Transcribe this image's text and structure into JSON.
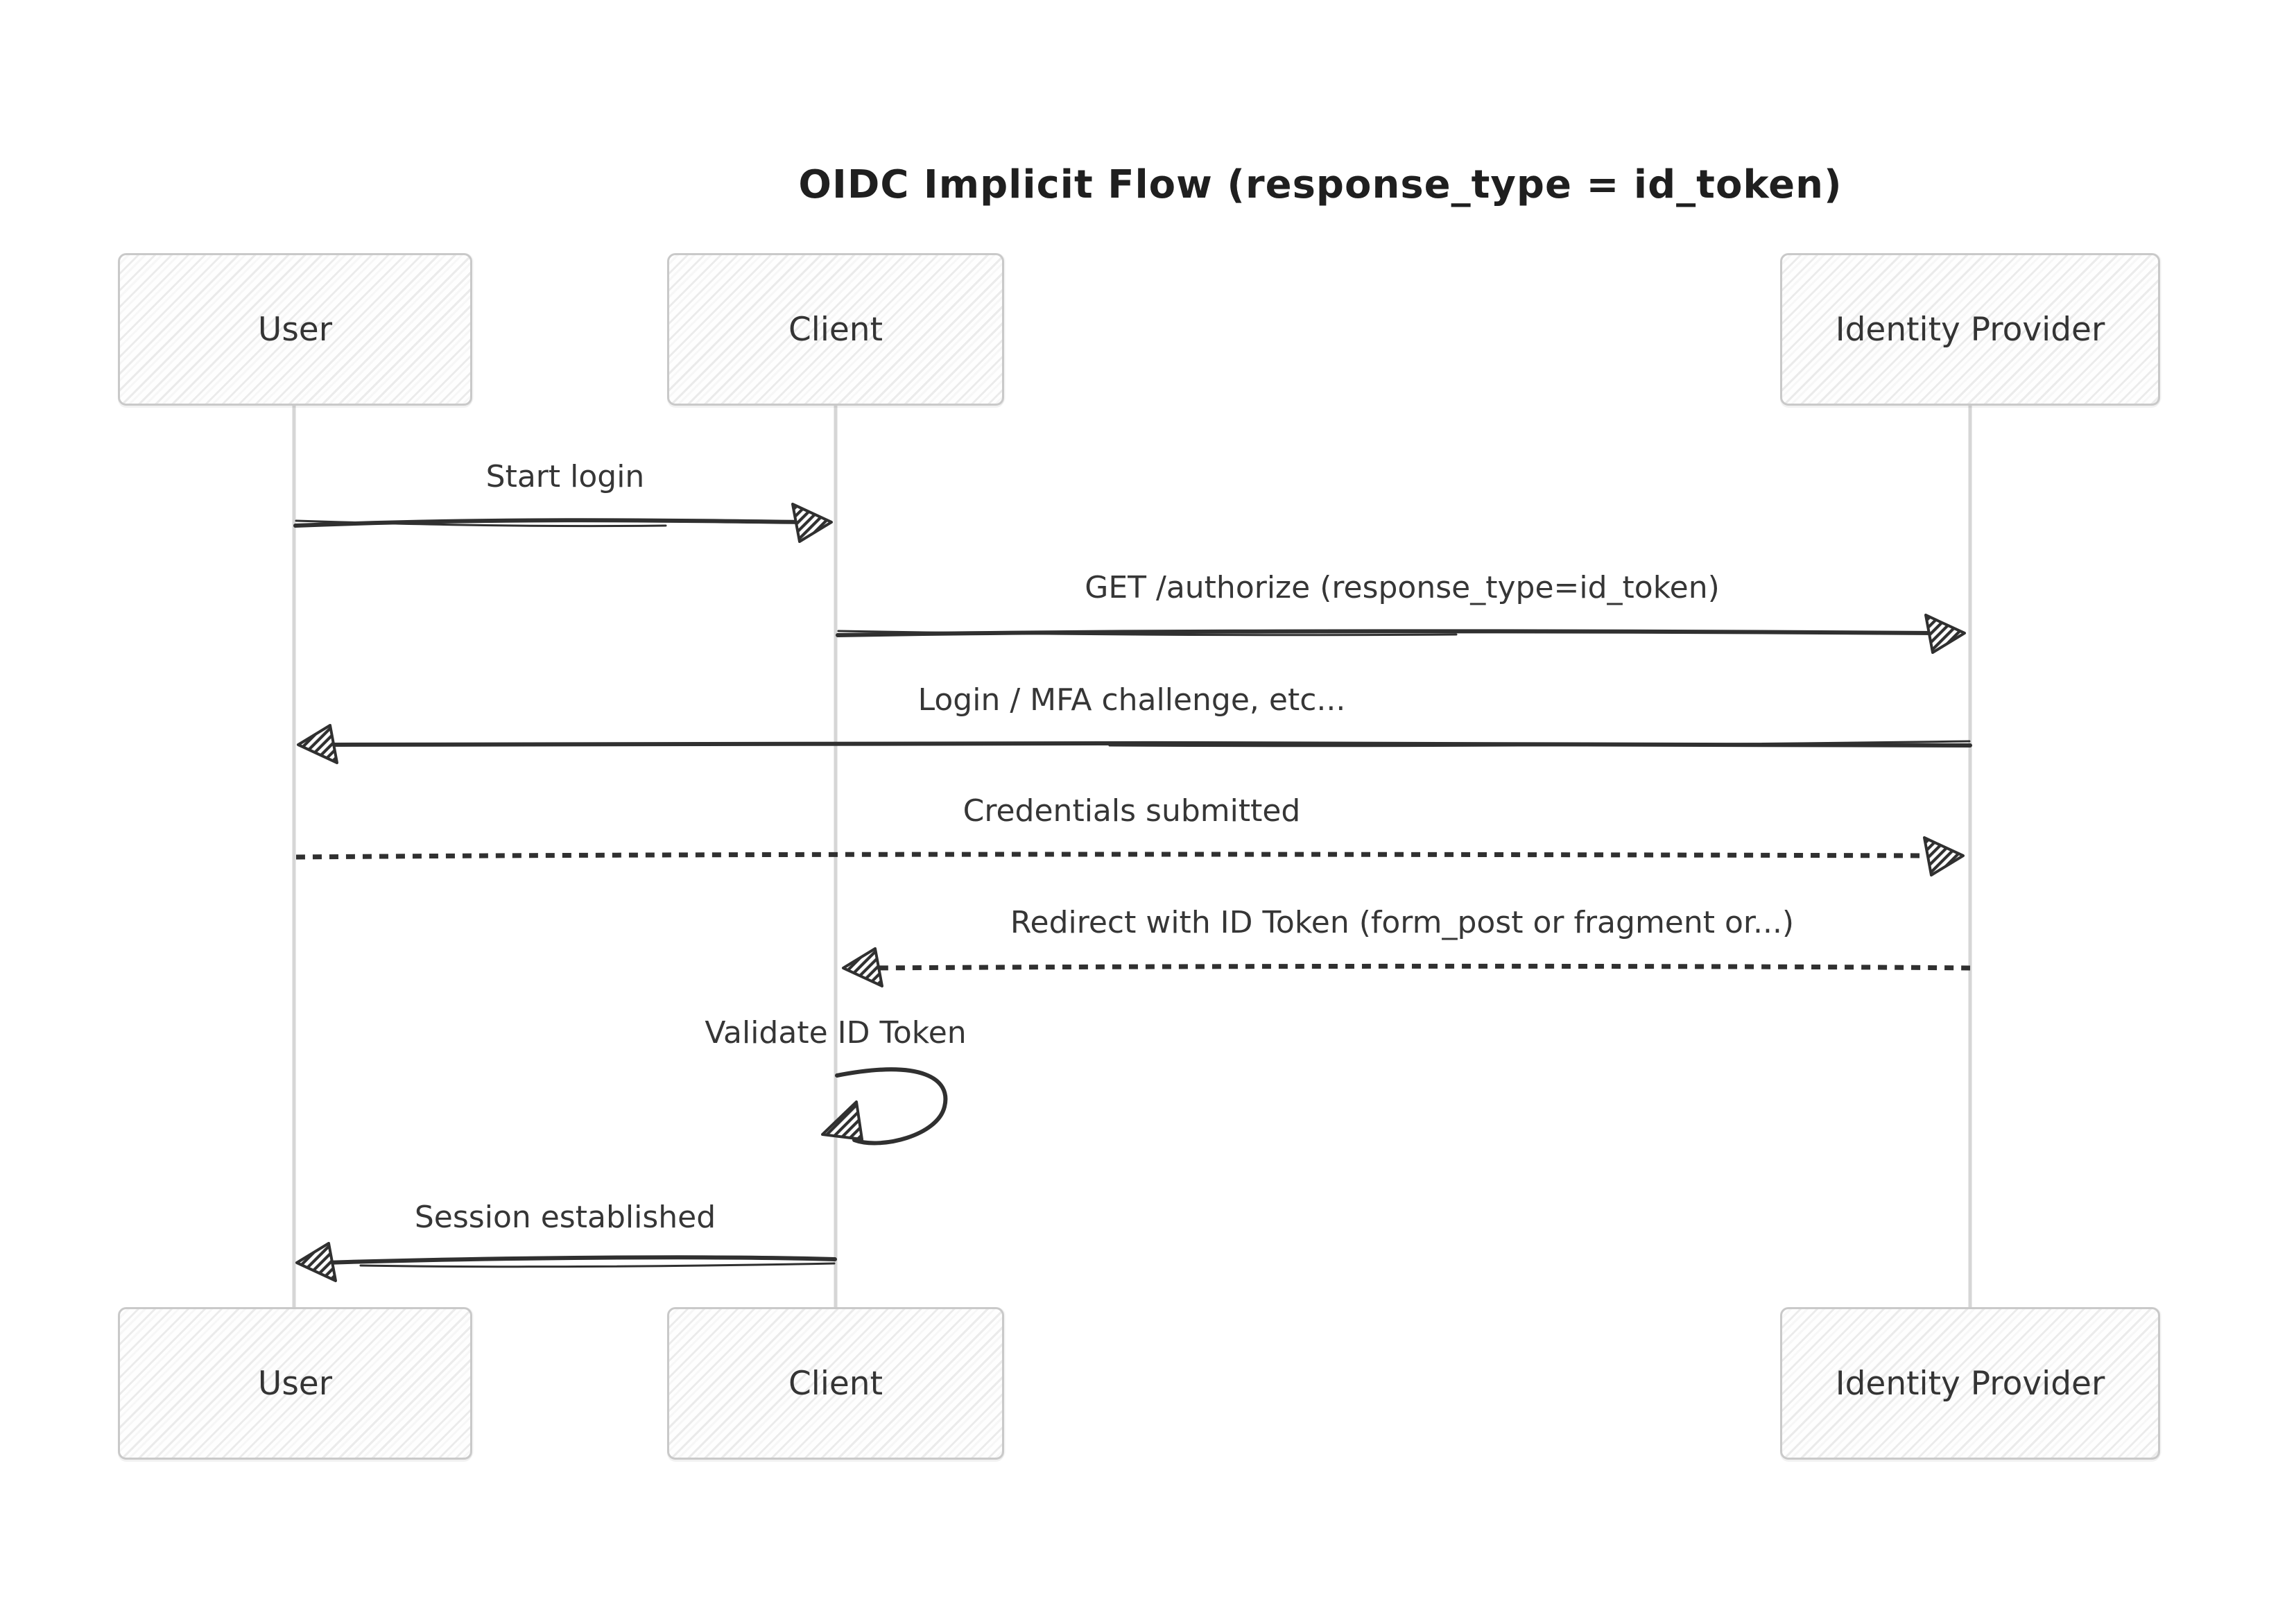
{
  "diagram": {
    "title": "OIDC Implicit Flow (response_type = id_token)",
    "actors": [
      {
        "name": "User"
      },
      {
        "name": "Client"
      },
      {
        "name": "Identity Provider"
      }
    ],
    "messages": [
      {
        "label": "Start login",
        "from": "User",
        "to": "Client",
        "line": "solid"
      },
      {
        "label": "GET /authorize (response_type=id_token)",
        "from": "Client",
        "to": "Identity Provider",
        "line": "solid"
      },
      {
        "label": "Login / MFA challenge, etc...",
        "from": "Identity Provider",
        "to": "User",
        "line": "solid"
      },
      {
        "label": "Credentials submitted",
        "from": "User",
        "to": "Identity Provider",
        "line": "dashed"
      },
      {
        "label": "Redirect with ID Token (form_post or fragment or...)",
        "from": "Identity Provider",
        "to": "Client",
        "line": "dashed"
      },
      {
        "label": "Validate ID Token",
        "from": "Client",
        "to": "Client",
        "line": "self-loop"
      },
      {
        "label": "Session established",
        "from": "Client",
        "to": "User",
        "line": "solid"
      }
    ],
    "colors": {
      "ink": "#303030",
      "lifeline": "#d6d6d6",
      "box_border": "#c9c9c9",
      "background": "#ffffff"
    }
  }
}
